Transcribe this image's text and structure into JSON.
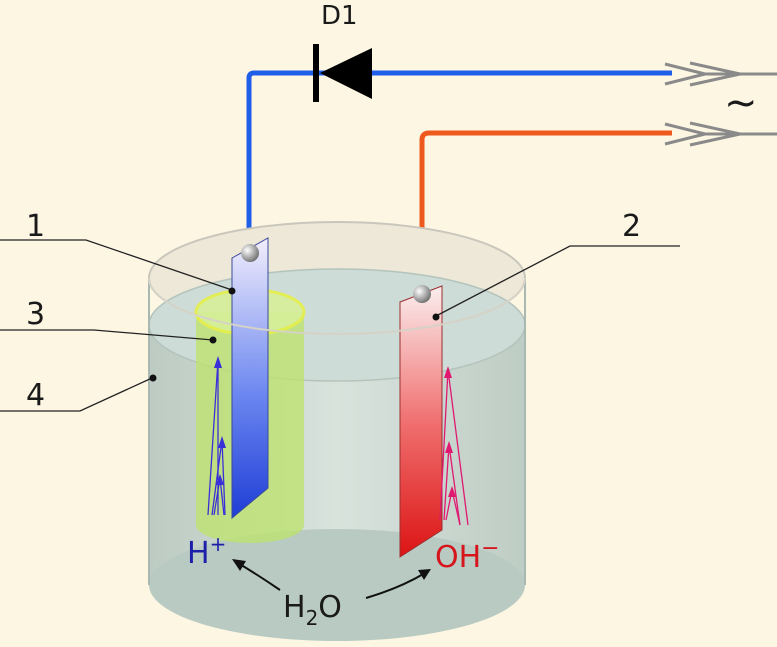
{
  "diode_label": "D1",
  "ac_symbol": "~",
  "labels": [
    "1",
    "2",
    "3",
    "4"
  ],
  "ions": {
    "cation_base": "H",
    "cation_sup": "+",
    "anion_base": "OH",
    "anion_sup": "−",
    "water_h": "H",
    "water_sub": "2",
    "water_o": "O"
  },
  "colors": {
    "background": "#fcf6e3",
    "anode_wire": "#1e5ee8",
    "cathode_wire": "#ee5a1e",
    "electrode_blue": "#2a4ee0",
    "electrode_red": "#e02020",
    "membrane": "#bde36a",
    "water": "#c9d9d2",
    "cation_text": "#1d1fa8",
    "anion_text": "#d6141c"
  }
}
